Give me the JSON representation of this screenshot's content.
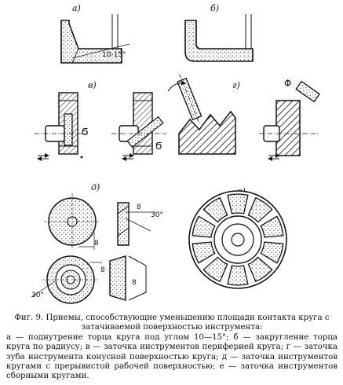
{
  "panels": {
    "a": {
      "label": "а)",
      "angle": "10-15°"
    },
    "b": {
      "label": "б)"
    },
    "v": {
      "label": "в)"
    },
    "g": {
      "label": "г)"
    },
    "d": {
      "label": "д)",
      "angle1": "30°",
      "angle2": "30°",
      "dim1": "8",
      "dim2": "8",
      "dim3": "8",
      "dim4": "8"
    },
    "e": {
      "label": "е)"
    }
  },
  "caption": {
    "title": "Фиг. 9. Приемы, способствующие уменьшению площади контакта круга с затачиваемой поверхностью инструмента:",
    "body": "а — поднутрение торца круга под углом 10—15°; б — закругление торца круга по радиусу; в — заточка инструментов периферией круга; г — заточка зуба инструмента конусной поверхностью круга; д — заточка инструментов кругами с прерывистой рабочей поверхностью; е — заточка инструментов сборными кругами."
  }
}
